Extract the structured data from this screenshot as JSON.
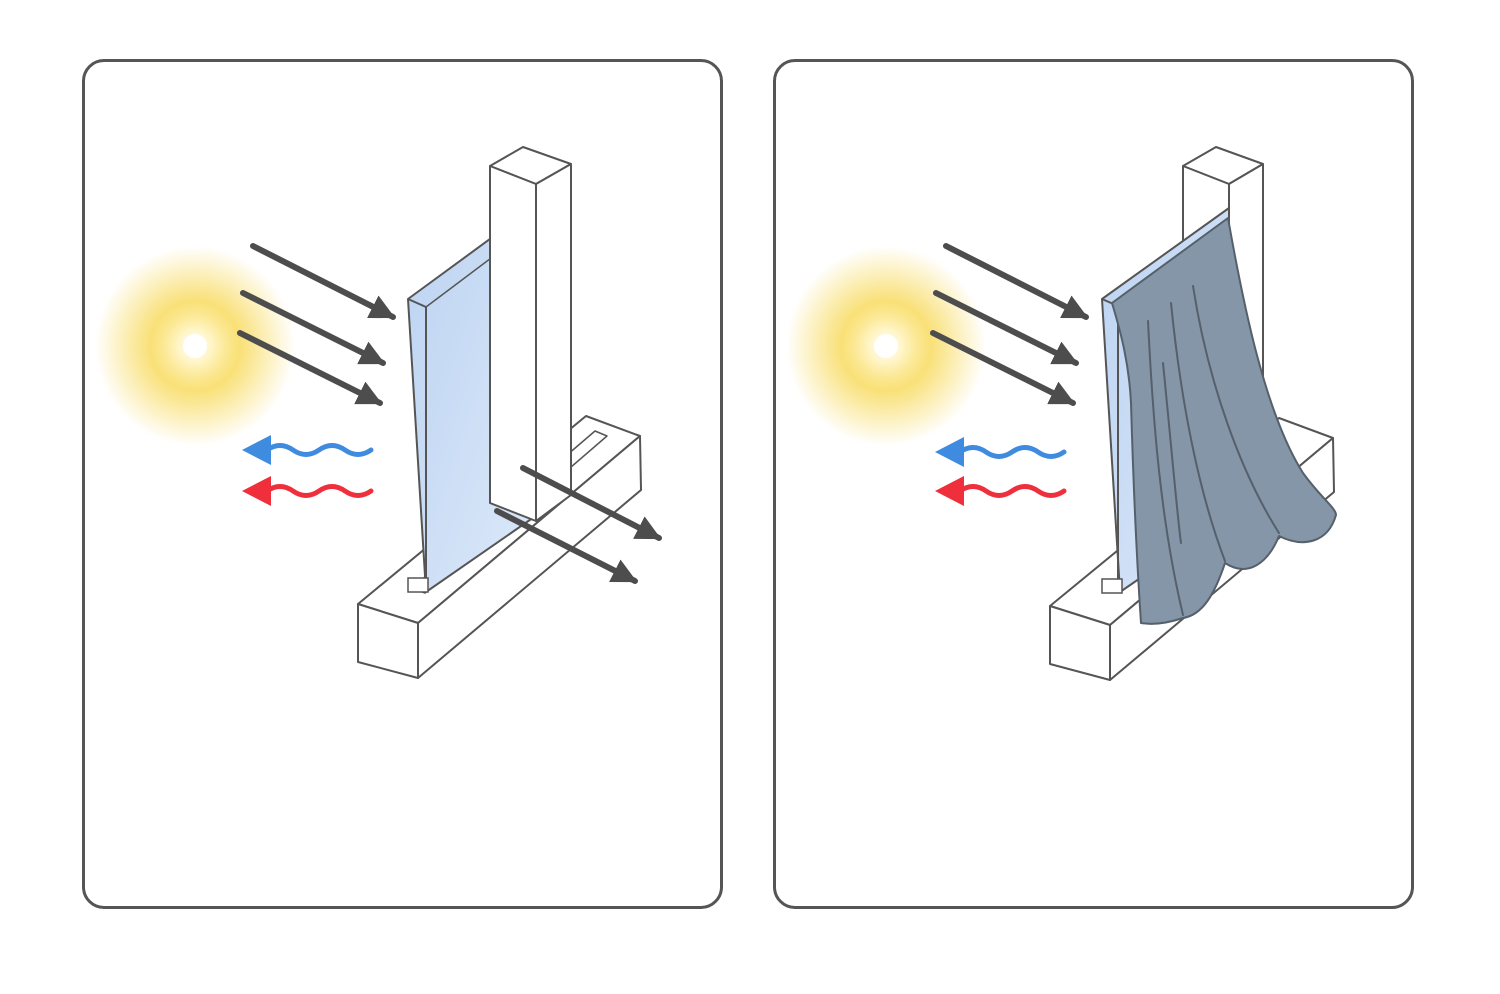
{
  "colors": {
    "frame": "#555555",
    "arrow": "#4d4d4d",
    "glass": "#c9dcf5",
    "glass_edge": "#a9c3e8",
    "wave_cool": "#3f8be0",
    "wave_warm": "#ef2f3b",
    "sun_core": "#ffffff",
    "sun_glow": "#f7d64a",
    "curtain": "#8496a8",
    "curtain_edge": "#55606b"
  },
  "panels": [
    {
      "id": "left",
      "state": "window without curtain",
      "transmits": true
    },
    {
      "id": "right",
      "state": "window with curtain",
      "transmits": false
    }
  ]
}
